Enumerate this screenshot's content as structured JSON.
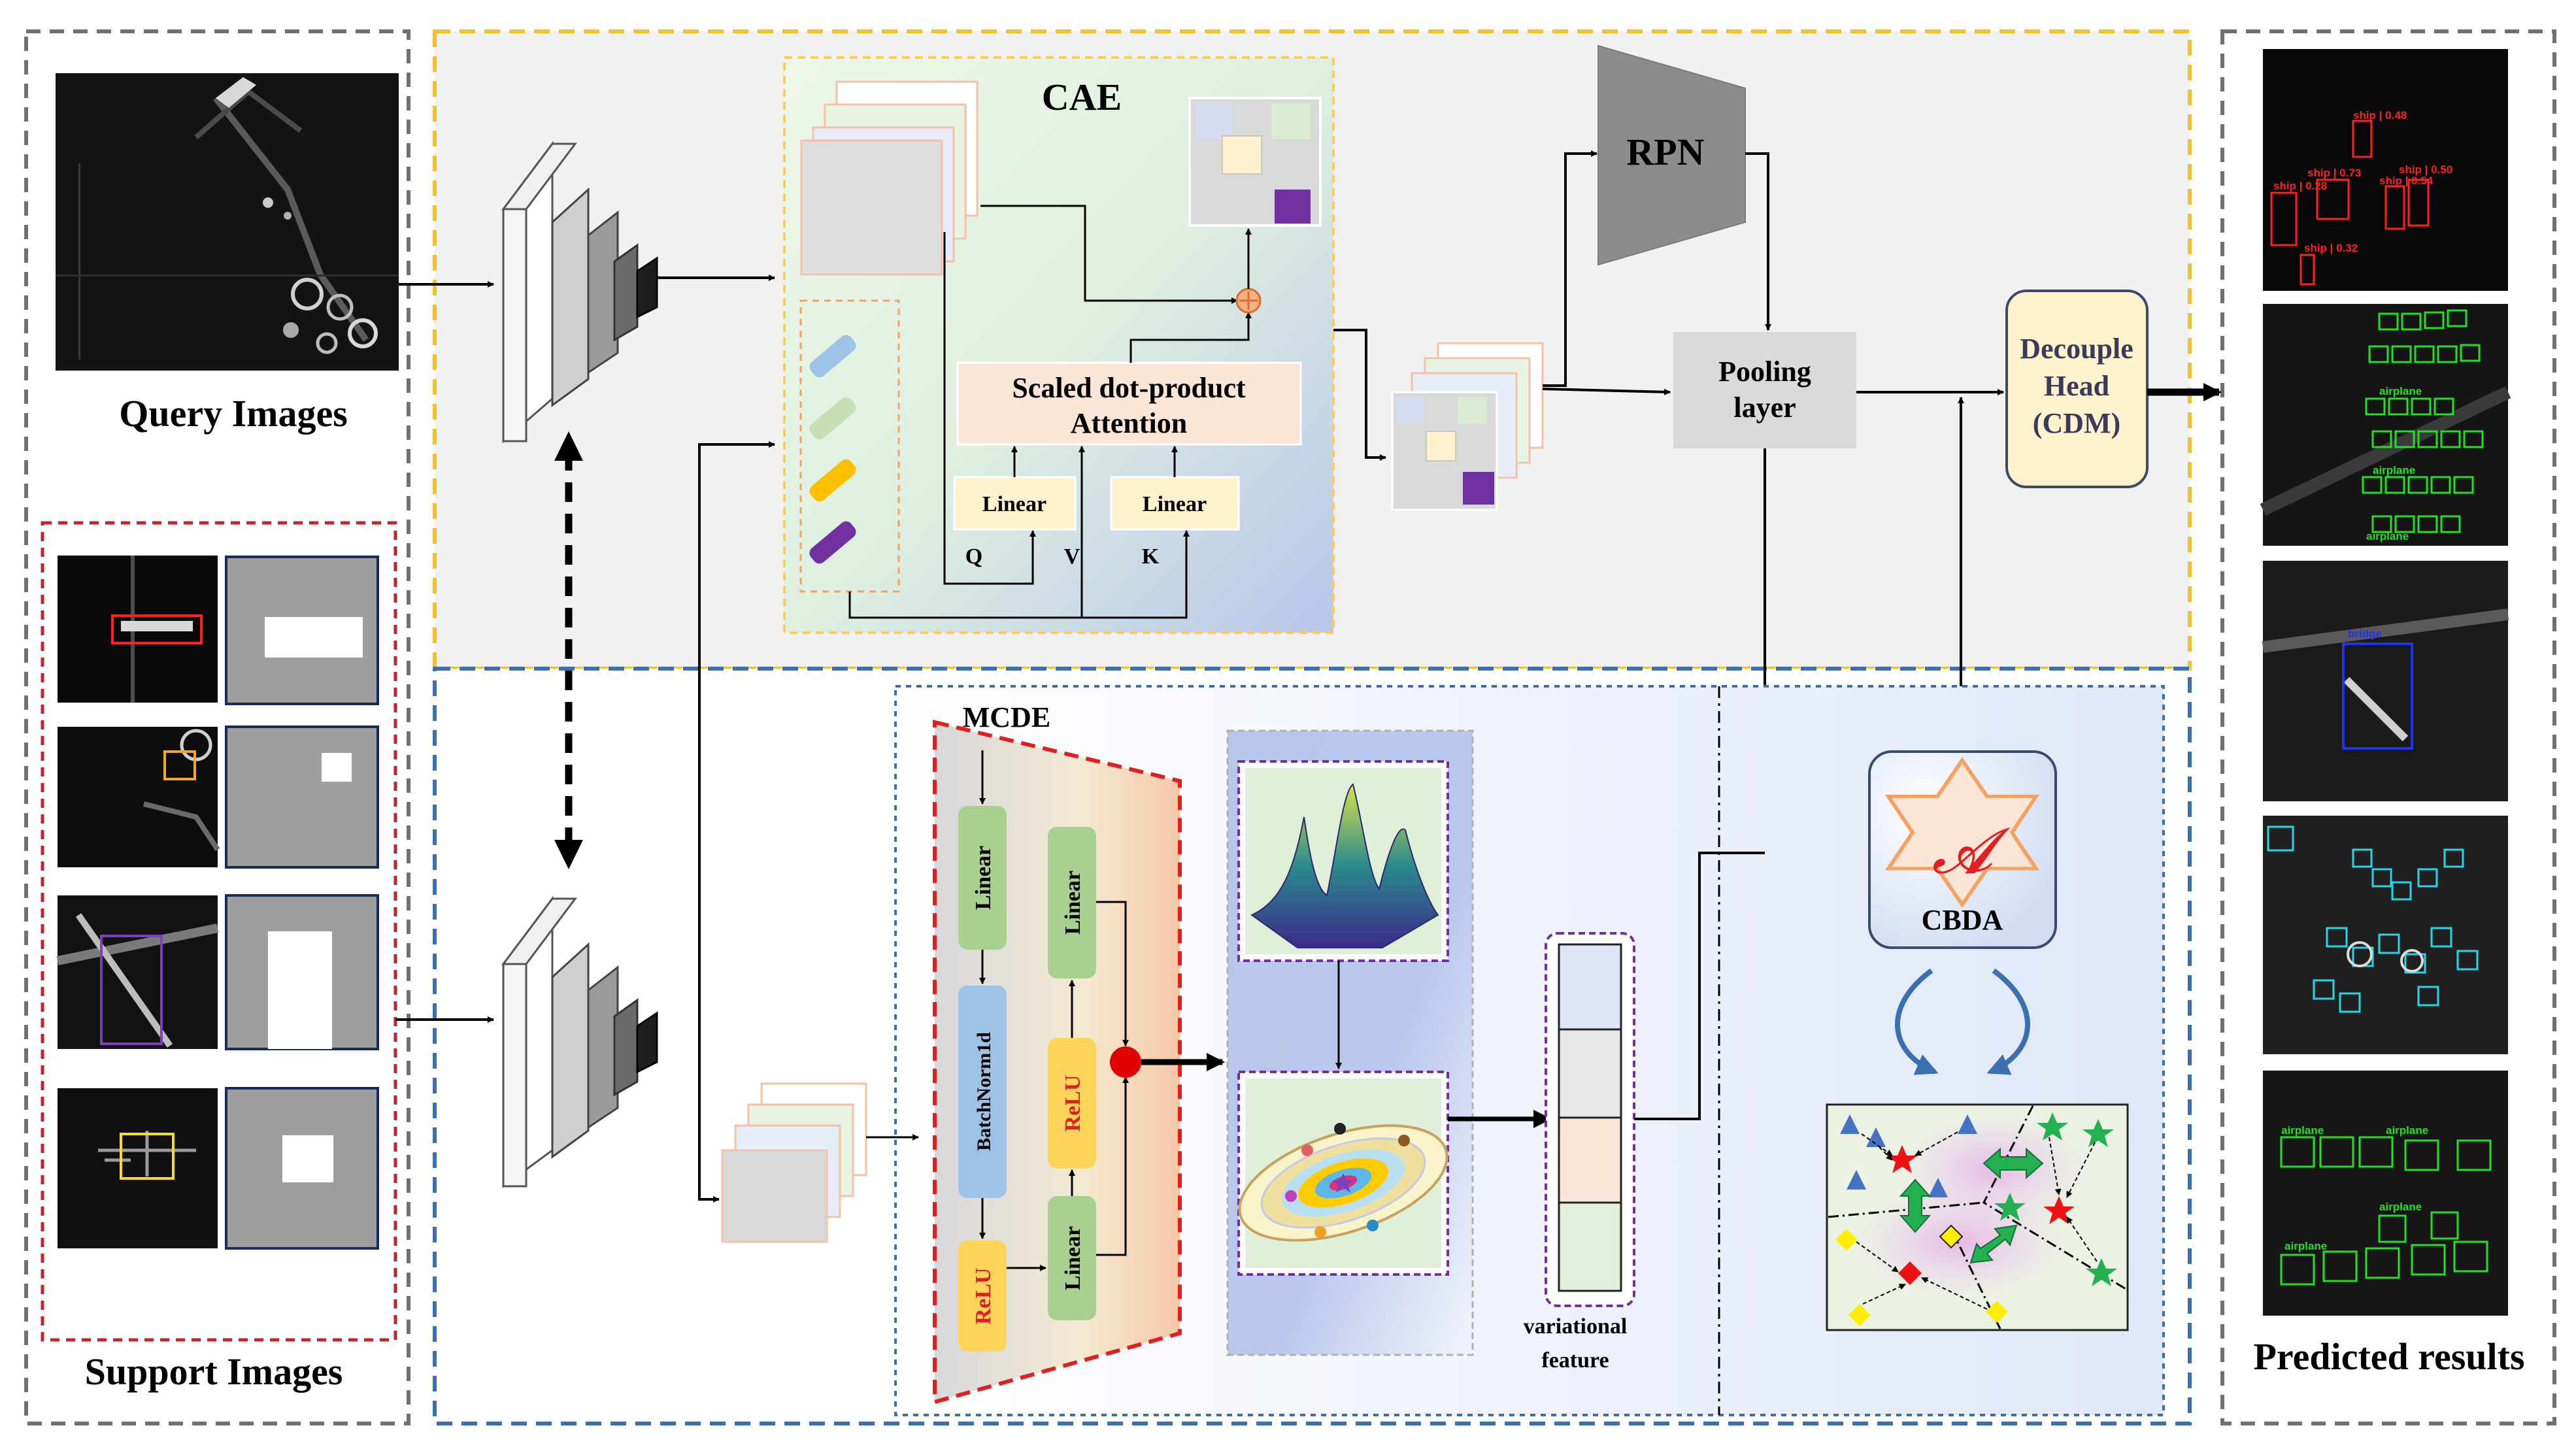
{
  "labels": {
    "query_images": "Query Images",
    "support_images": "Support Images",
    "predicted_results": "Predicted results",
    "cae": "CAE",
    "scaled_attention_line1": "Scaled dot-product",
    "scaled_attention_line2": "Attention",
    "linear": "Linear",
    "q": "Q",
    "v": "V",
    "k": "K",
    "rpn": "RPN",
    "pooling_line1": "Pooling",
    "pooling_line2": "layer",
    "decouple_line1": "Decouple",
    "decouple_line2": "Head",
    "decouple_line3": "(CDM)",
    "mcde": "MCDE",
    "batchnorm": "BatchNorm1d",
    "relu": "ReLU",
    "variational_line1": "variational",
    "variational_line2": "feature",
    "cbda": "CBDA",
    "cbda_symbol": "𝓐"
  },
  "detections": {
    "ship1": "ship | 0.48",
    "ship2": "ship | 0.73",
    "ship3": "ship | 0.50",
    "ship4": "ship | 0.54",
    "ship5": "ship | 0.32",
    "ship6": "ship | 0.28",
    "airplane": "airplane",
    "bridge": "bridge"
  },
  "colors": {
    "cae_border": "#f2c12e",
    "lower_border": "#3a6fb0",
    "support_border": "#c0272d",
    "mcde_border": "#e02020",
    "ship_box": "#ff2020",
    "airplane_box": "#22e022",
    "bridge_box": "#2233ee",
    "cyan_box": "#22d8e8",
    "linear_fill": "#a9d08e",
    "relu_fill": "#ffd45a",
    "batchnorm_fill": "#9dc3e6"
  }
}
